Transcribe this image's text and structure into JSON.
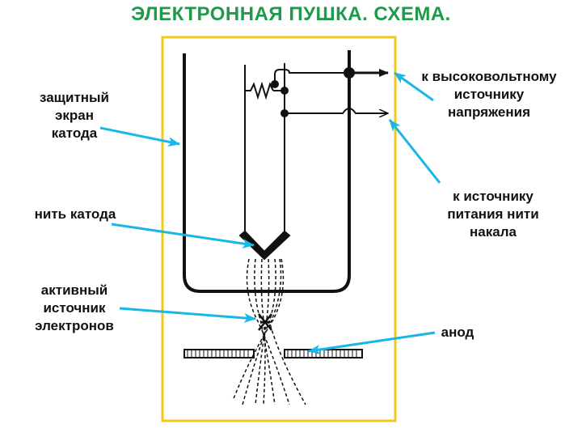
{
  "title": "ЭЛЕКТРОННАЯ ПУШКА. СХЕМА.",
  "labels": {
    "shield": [
      "защитный",
      "экран",
      "катода"
    ],
    "filament": [
      "нить катода"
    ],
    "source": [
      "активный",
      "источник",
      "электронов"
    ],
    "hv": [
      "к высоковольтному",
      "источнику",
      "напряжения"
    ],
    "heater": [
      "к источнику",
      "питания нити",
      "накала"
    ],
    "anode": [
      "анод"
    ]
  },
  "colors": {
    "title": "#1f9a4a",
    "frame": "#f2c919",
    "pointer": "#19b7e6",
    "line": "#111111"
  }
}
